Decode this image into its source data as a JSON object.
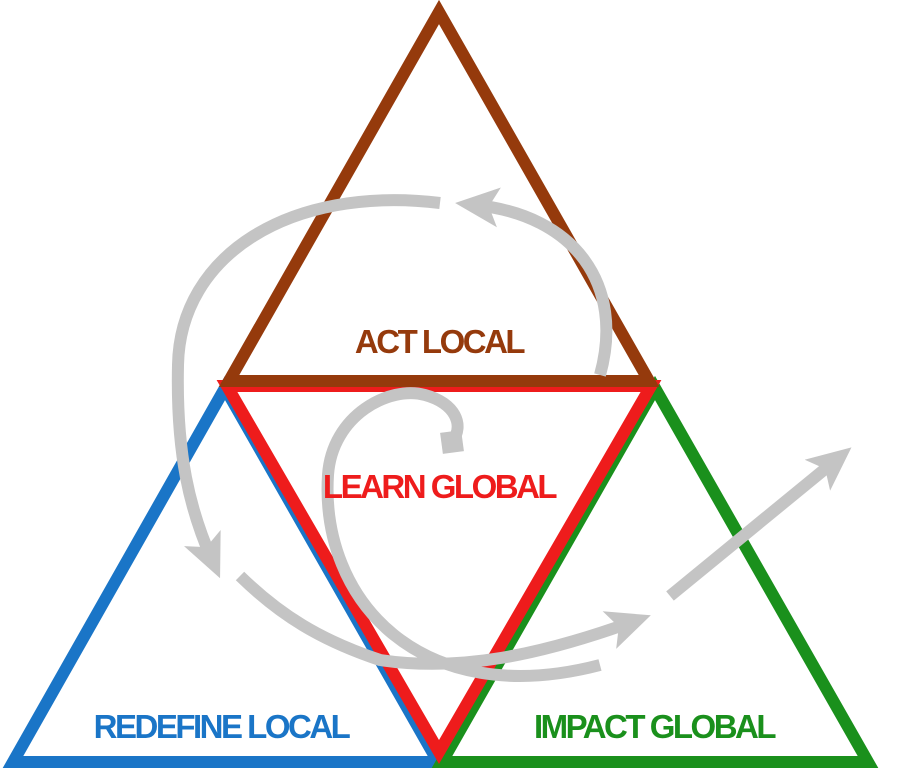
{
  "sections": [
    {
      "id": "top",
      "label": "ACT LOCAL",
      "color": "#953a0c"
    },
    {
      "id": "center",
      "label": "LEARN GLOBAL",
      "color": "#ee1c1c"
    },
    {
      "id": "left",
      "label": "REDEFINE LOCAL",
      "color": "#1a75c7"
    },
    {
      "id": "right",
      "label": "IMPACT GLOBAL",
      "color": "#1a901c"
    }
  ],
  "arrow_color": "#c4c4c4"
}
